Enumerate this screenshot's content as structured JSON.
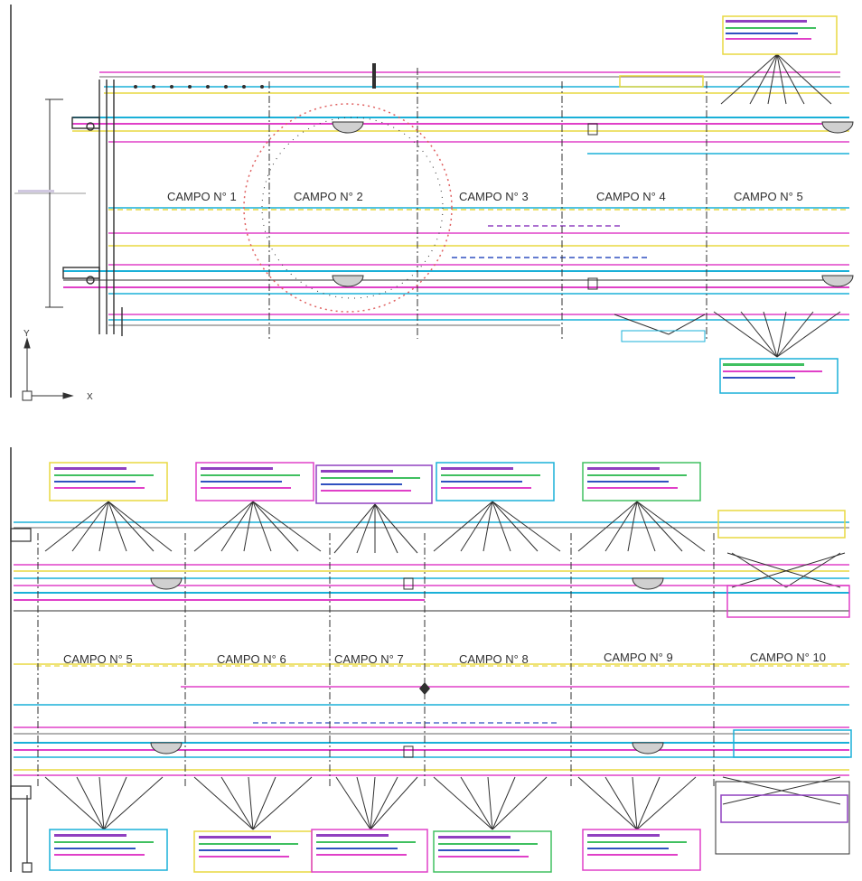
{
  "colors": {
    "magenta": "#e040c8",
    "cyan": "#1ab0d8",
    "yellow": "#e8d840",
    "green": "#40c060",
    "dark": "#303030",
    "blue": "#3050c0",
    "red": "#d04040",
    "purple": "#9040c0",
    "orange": "#e09040"
  },
  "top": {
    "campi": [
      "CAMPO N° 1",
      "CAMPO N° 2",
      "CAMPO N° 3",
      "CAMPO N° 4",
      "CAMPO N° 5"
    ],
    "ucs": {
      "x_label": "X",
      "y_label": "Y"
    }
  },
  "bottom": {
    "campi": [
      "CAMPO N° 5",
      "CAMPO N° 6",
      "CAMPO N° 7",
      "CAMPO N° 8",
      "CAMPO N° 9",
      "CAMPO N° 10"
    ]
  }
}
